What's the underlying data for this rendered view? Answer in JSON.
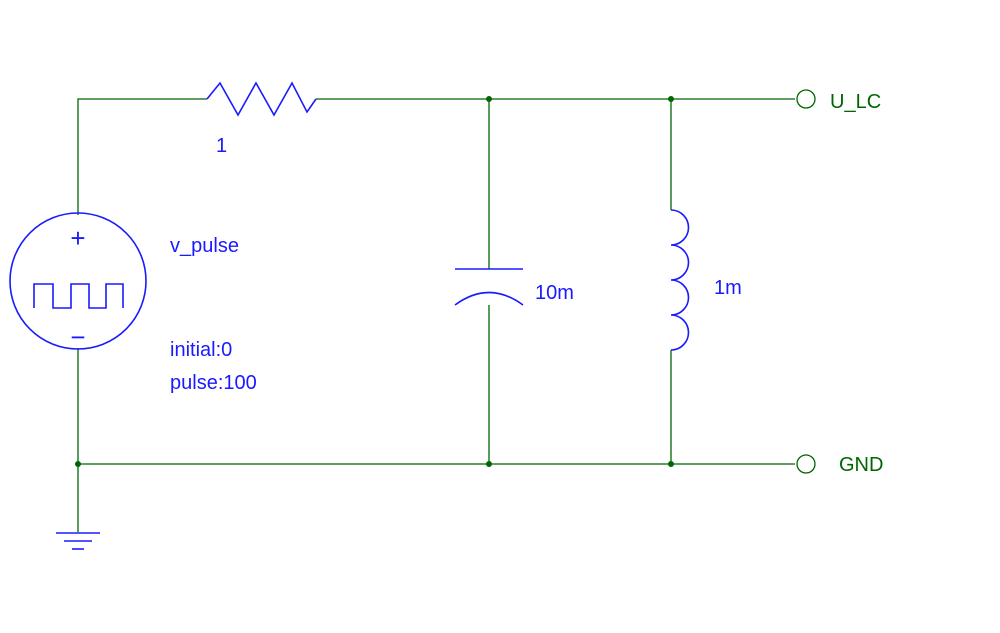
{
  "resistor": {
    "value": "1"
  },
  "source": {
    "name": "v_pulse",
    "param_initial": "initial:0",
    "param_pulse": "pulse:100",
    "plus_sign": "+",
    "minus_sign": "−"
  },
  "capacitor": {
    "value": "10m"
  },
  "inductor": {
    "value": "1m"
  },
  "terminals": {
    "top": "U_LC",
    "bottom": "GND"
  },
  "colors": {
    "wire": "#006600",
    "component": "#1a1aff",
    "background": "#ffffff"
  },
  "icons": {
    "ground": "ground-symbol-icon",
    "terminal": "open-terminal-circle-icon"
  }
}
